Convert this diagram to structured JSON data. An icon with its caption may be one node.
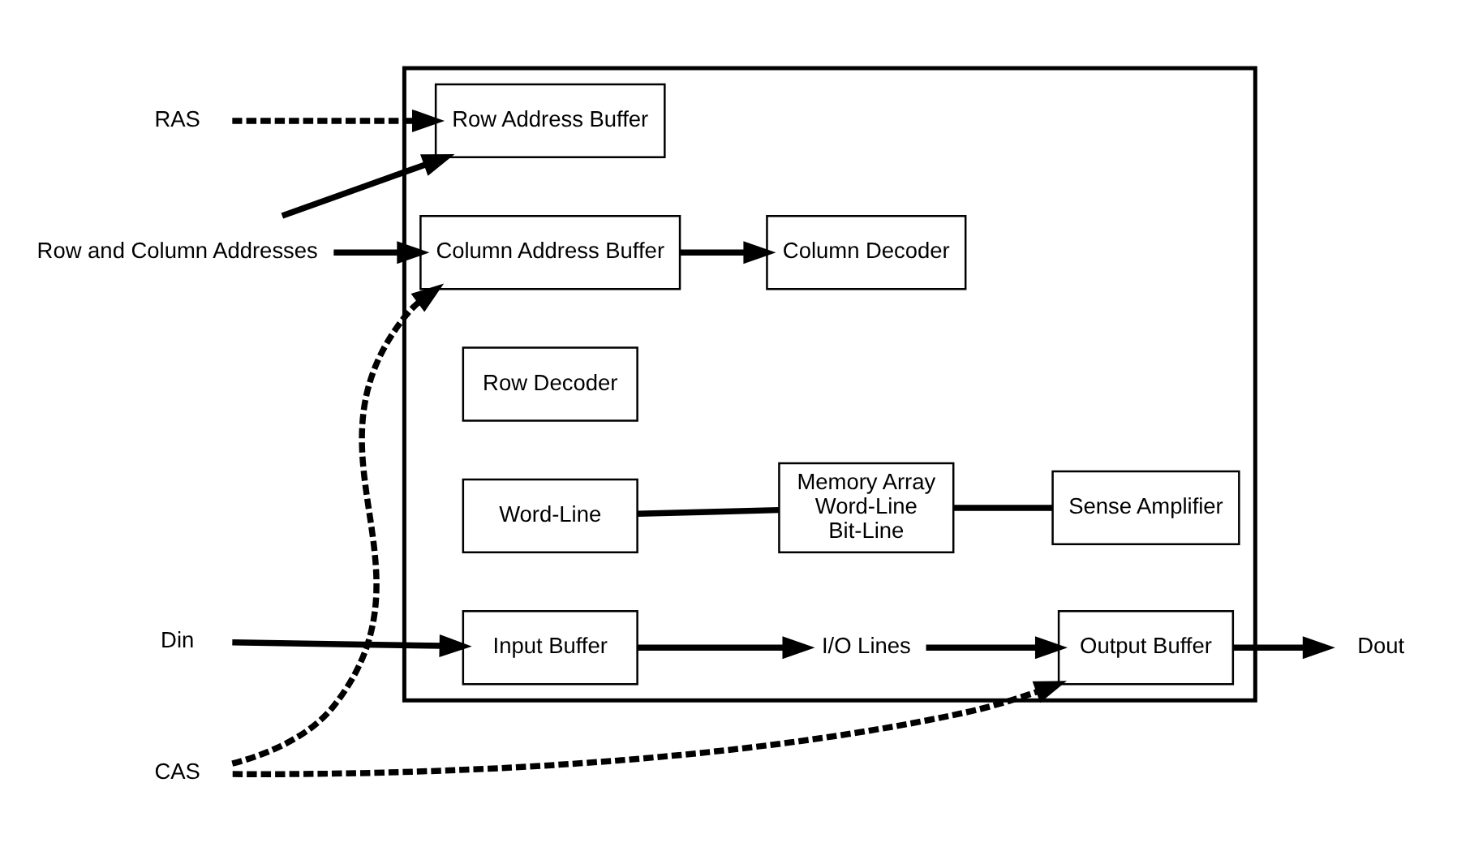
{
  "diagram": {
    "nodes": [
      {
        "text": [],
        "shape": "box"
      },
      {
        "text": [
          "Row and Column Addresses"
        ]
      },
      {
        "text": [
          "RAS"
        ]
      },
      {
        "text": [
          "CAS"
        ]
      },
      {
        "text": [
          "Row Address Buffer"
        ],
        "in": 0
      },
      {
        "text": [
          "Column Address Buffer"
        ],
        "in": 0
      },
      {
        "text": [
          "Row Decoder"
        ],
        "in": 0
      },
      {
        "text": [
          "Word-Line"
        ],
        "in": 0
      },
      {
        "text": [
          "Memory Array",
          "Word-Line",
          "Bit-Line"
        ],
        "in": 0
      },
      {
        "text": [
          "Sense Amplifier"
        ],
        "in": 0
      },
      {
        "text": [
          "Column Decoder"
        ],
        "in": 0
      },
      {
        "text": [
          "Input Buffer"
        ],
        "in": 0
      },
      {
        "text": [
          "Output Buffer"
        ],
        "in": 0
      },
      {
        "text": [
          "I/O Lines"
        ],
        "in": 0
      },
      {
        "text": [
          "Din"
        ]
      },
      {
        "text": [
          "Dout"
        ]
      }
    ],
    "edges": [
      {
        "from": 1,
        "to": 4,
        "arrow": "to"
      },
      {
        "from": 1,
        "to": 5,
        "arrow": "to"
      },
      {
        "from": 2,
        "to": 4,
        "arrow": "to",
        "style": "dashed"
      },
      {
        "from": 3,
        "to": 5,
        "arrow": "to",
        "style": "dashed"
      },
      {
        "from": 3,
        "to": 12,
        "arrow": "to",
        "style": "dashed"
      },
      {
        "from": 5,
        "to": 10,
        "arrow": "to"
      },
      {
        "from": 7,
        "to": 8,
        "arrow": "none"
      },
      {
        "from": 8,
        "to": 9,
        "arrow": "none"
      },
      {
        "from": 11,
        "to": 13,
        "arrow": "to"
      },
      {
        "from": 13,
        "to": 12,
        "arrow": "to"
      },
      {
        "from": 14,
        "to": 11,
        "arrow": "to"
      },
      {
        "from": 12,
        "to": 15,
        "arrow": "to"
      }
    ]
  }
}
